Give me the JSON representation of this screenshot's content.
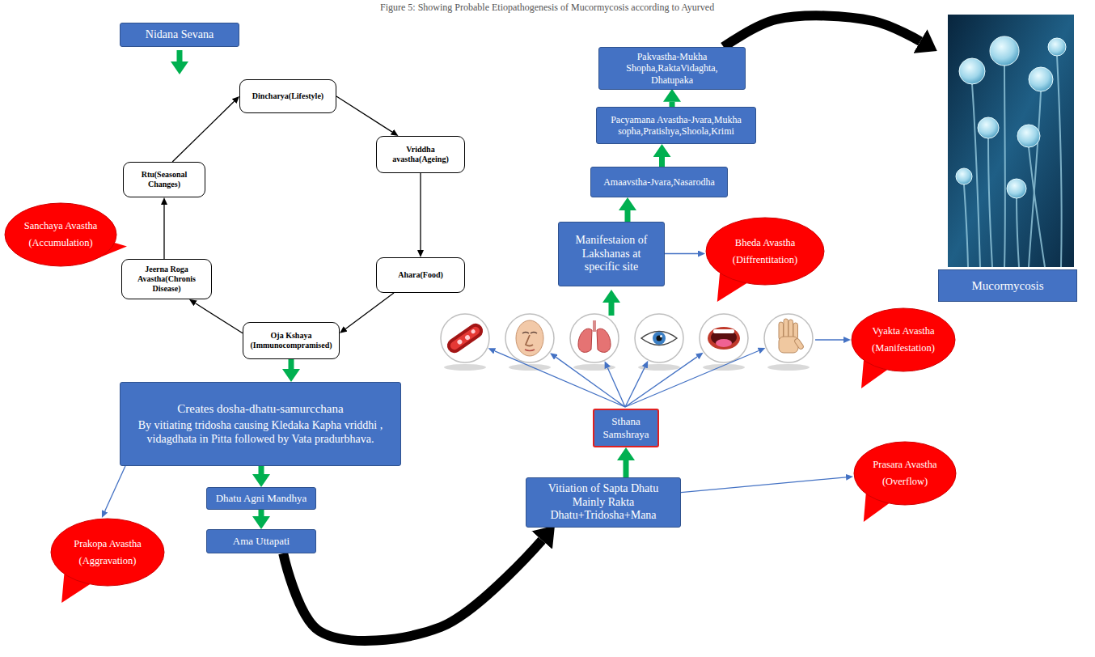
{
  "diagram": {
    "title": "Figure 5: Showing Probable Etiopathogenesis of Mucormycosis according to Ayurved",
    "nodes": [
      {
        "text": [
          "Nidana Sevana"
        ]
      },
      {
        "text": [
          "Dincharya(Lifestyle)"
        ]
      },
      {
        "text": [
          "Vriddha avastha(Ageing)"
        ]
      },
      {
        "text": [
          "Ahara(Food)"
        ]
      },
      {
        "text": [
          "Oja Kshaya (Immunocompramised)"
        ]
      },
      {
        "text": [
          "Jeerna Roga Avastha(Chronis Disease)"
        ]
      },
      {
        "text": [
          "Rtu(Seasonal Changes)"
        ]
      },
      {
        "text": [
          "Sanchaya Avastha",
          "(Accumulation)"
        ]
      },
      {
        "text": [
          "Creates dosha-dhatu-samurcchana",
          "By vitiating tridosha causing Kledaka Kapha vriddhi , vidagdhata in Pitta followed by Vata pradurbhava."
        ]
      },
      {
        "text": [
          "Dhatu Agni Mandhya"
        ]
      },
      {
        "text": [
          "Ama Uttapati"
        ]
      },
      {
        "text": [
          "Prakopa Avastha",
          "(Aggravation)"
        ]
      },
      {
        "text": [
          "Vitiation of Sapta Dhatu Mainly Rakta Dhatu+Tridosha+Mana"
        ]
      },
      {
        "text": [
          "Prasara Avastha",
          "(Overflow)"
        ]
      },
      {
        "text": [
          "Sthana Samshraya"
        ]
      },
      {
        "text": [
          "Vyakta Avastha",
          "(Manifestation)"
        ]
      },
      {
        "text": [
          "Manifestaion of Lakshanas at specific site"
        ]
      },
      {
        "text": [
          "Bheda Avastha",
          "(Diffrentitation)"
        ]
      },
      {
        "text": [
          "Amaavstha-Jvara,Nasarodha"
        ]
      },
      {
        "text": [
          "Pacyamana Avastha-Jvara,Mukha sopha,Pratishya,Shoola,Krimi"
        ]
      },
      {
        "text": [
          "Pakvastha-Mukha Shopha,RaktaVidaghta, Dhatupaka"
        ]
      },
      {
        "text": [
          "Mucormycosis"
        ]
      }
    ],
    "edges": [
      {
        "from": 1,
        "to": 2,
        "arrow": "to"
      },
      {
        "from": 2,
        "to": 3,
        "arrow": "to"
      },
      {
        "from": 3,
        "to": 4,
        "arrow": "to"
      },
      {
        "from": 4,
        "to": 5,
        "arrow": "to"
      },
      {
        "from": 5,
        "to": 6,
        "arrow": "to"
      },
      {
        "from": 6,
        "to": 1,
        "arrow": "to"
      },
      {
        "from": 4,
        "to": 8,
        "arrow": "to"
      },
      {
        "from": 8,
        "to": 9,
        "arrow": "to"
      },
      {
        "from": 9,
        "to": 10,
        "arrow": "to"
      },
      {
        "from": 8,
        "to": 11,
        "arrow": "to"
      },
      {
        "from": 10,
        "to": 12,
        "arrow": "to"
      },
      {
        "from": 12,
        "to": 13,
        "arrow": "to"
      },
      {
        "from": 12,
        "to": 14,
        "arrow": "to"
      },
      {
        "from": 16,
        "to": 17,
        "arrow": "to"
      },
      {
        "from": 16,
        "to": 18,
        "arrow": "to"
      },
      {
        "from": 18,
        "to": 19,
        "arrow": "to"
      },
      {
        "from": 19,
        "to": 20,
        "arrow": "to"
      },
      {
        "from": 20,
        "to": 21,
        "arrow": "to"
      }
    ]
  }
}
